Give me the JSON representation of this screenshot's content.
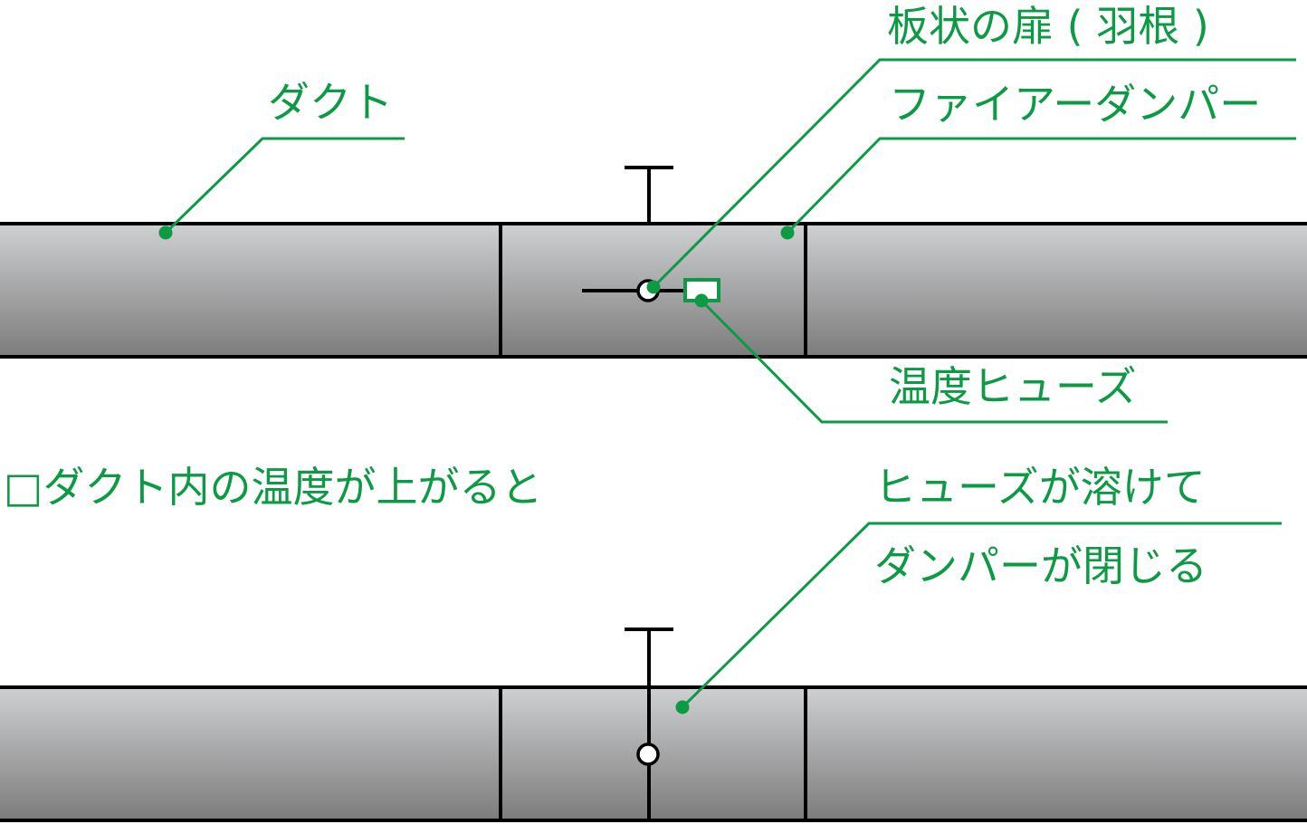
{
  "colors": {
    "accent": "#0d9a44",
    "outline": "#000000",
    "duct_gradient_top": "#cfd0d1",
    "duct_gradient_bottom": "#7c7c7d",
    "background": "#ffffff"
  },
  "labels": {
    "duct": "ダクト",
    "blade": "板状の扉 ( 羽根 )",
    "fire_damper": "ファイアーダンパー",
    "fuse": "温度ヒューズ",
    "condition": "□ダクト内の温度が上がると",
    "result_line1": "ヒューズが溶けて",
    "result_line2": "ダンパーが閉じる"
  },
  "icons": {
    "blade_pivot": "hinge-circle-icon",
    "fuse_box": "fuse-rectangle-icon",
    "handle": "t-handle-icon"
  }
}
